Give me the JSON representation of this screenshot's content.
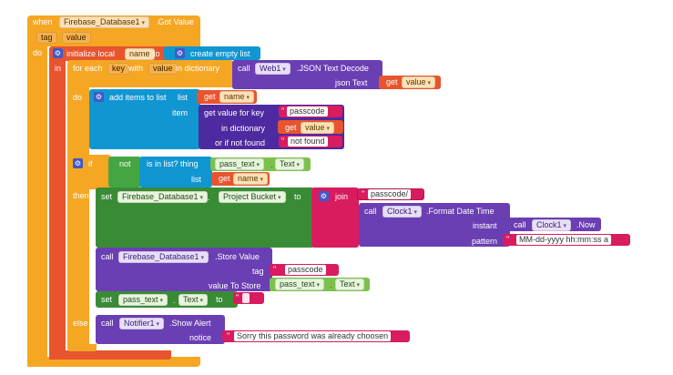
{
  "event": {
    "when": "when",
    "component": "Firebase_Database1",
    "event_name": ".Got Value",
    "param_tag": "tag",
    "param_value": "value",
    "do": "do"
  },
  "init_local": {
    "label": "initialize local",
    "var_name": "name",
    "to": "to",
    "create_empty_list": "create empty list",
    "in": "in"
  },
  "for_each": {
    "prefix": "for each",
    "key": "key",
    "with": "with",
    "value": "value",
    "in_dictionary": "in dictionary",
    "do": "do"
  },
  "json_decode": {
    "call": "call",
    "component": "Web1",
    "method": ".JSON Text Decode",
    "json_text": "json Text",
    "get": "get",
    "get_var": "value"
  },
  "add_items": {
    "label": "add items to list",
    "list": "list",
    "get": "get",
    "list_var": "name",
    "item": "item"
  },
  "get_value_for_key": {
    "label": "get value for key",
    "key_string": "passcode",
    "in_dictionary": "in dictionary",
    "get": "get",
    "dict_var": "value",
    "or_if_not_found": "or if not found",
    "not_found_string": "not found"
  },
  "if_block": {
    "if": "if",
    "not": "not",
    "is_in_list": "is in list? thing",
    "thing_component": "pass_text",
    "thing_prop": "Text",
    "list": "list",
    "get": "get",
    "list_var": "name",
    "then": "then",
    "else": "else"
  },
  "set_project_bucket": {
    "set": "set",
    "component": "Firebase_Database1",
    "property": "Project Bucket",
    "to": "to",
    "join": "join",
    "passcode_str": "passcode/"
  },
  "format_date": {
    "call": "call",
    "component": "Clock1",
    "method": ".Format Date Time",
    "instant": "instant",
    "now_call": "call",
    "now_component": "Clock1",
    "now_method": ".Now",
    "pattern": "pattern",
    "pattern_str": "MM-dd-yyyy hh:mm:ss a"
  },
  "store_value": {
    "call": "call",
    "component": "Firebase_Database1",
    "method": ".Store Value",
    "tag": "tag",
    "tag_str": "passcode",
    "value_to_store": "value To Store",
    "val_component": "pass_text",
    "val_prop": "Text"
  },
  "set_pass_text": {
    "set": "set",
    "component": "pass_text",
    "property": "Text",
    "to": "to",
    "value_str": ""
  },
  "show_alert": {
    "call": "call",
    "component": "Notifier1",
    "method": ".Show Alert",
    "notice": "notice",
    "notice_str": "Sorry this password was already choosen"
  },
  "colors": {
    "event": "#f5a623",
    "local_var": "#e8542e",
    "component_call": "#6a3fb3",
    "list": "#1096d1",
    "dictionary": "#3f2aa0",
    "logic": "#44a643",
    "text": "#d91b5f",
    "setter": "#3a8b36"
  },
  "icons": {
    "gear": "gear-icon",
    "dropdown": "dropdown-arrow-icon"
  }
}
